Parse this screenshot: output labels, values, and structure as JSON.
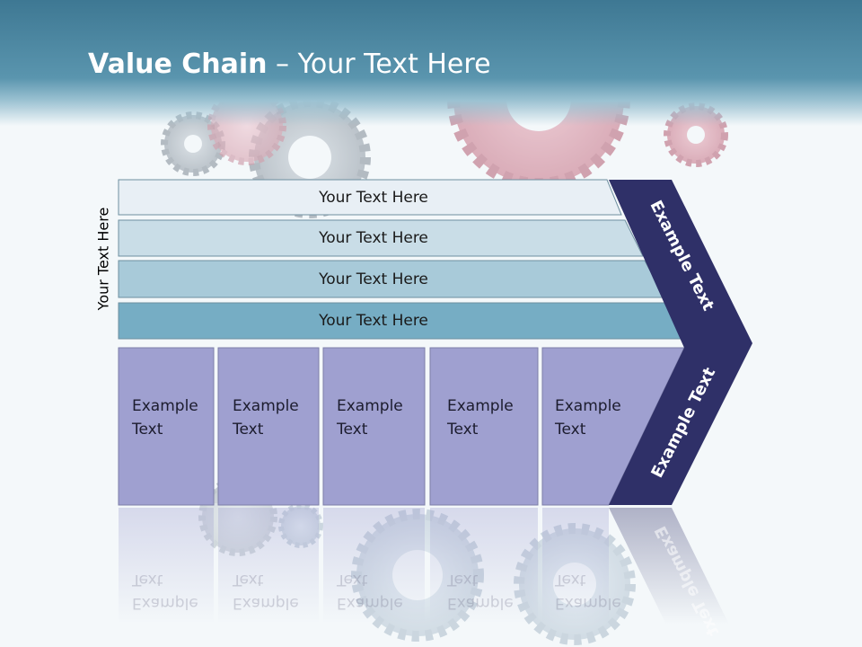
{
  "slide": {
    "title_bold": "Value Chain",
    "title_rest": " – Your Text Here"
  },
  "side_label": "Your Text Here",
  "bars": [
    {
      "label": "Your Text Here",
      "color": "#e8eff5"
    },
    {
      "label": "Your Text Here",
      "color": "#c9dde7"
    },
    {
      "label": "Your Text Here",
      "color": "#a8cad9"
    },
    {
      "label": "Your Text Here",
      "color": "#76adc4"
    }
  ],
  "boxes": [
    {
      "line1": "Example",
      "line2": "Text"
    },
    {
      "line1": "Example",
      "line2": "Text"
    },
    {
      "line1": "Example",
      "line2": "Text"
    },
    {
      "line1": "Example",
      "line2": "Text"
    },
    {
      "line1": "Example",
      "line2": "Text"
    }
  ],
  "chevron": {
    "upper_label": "Example Text",
    "lower_label": "Example Text",
    "color": "#2f3068"
  },
  "colors": {
    "box_fill": "#9fa0d0",
    "header": "#4a86a0"
  }
}
